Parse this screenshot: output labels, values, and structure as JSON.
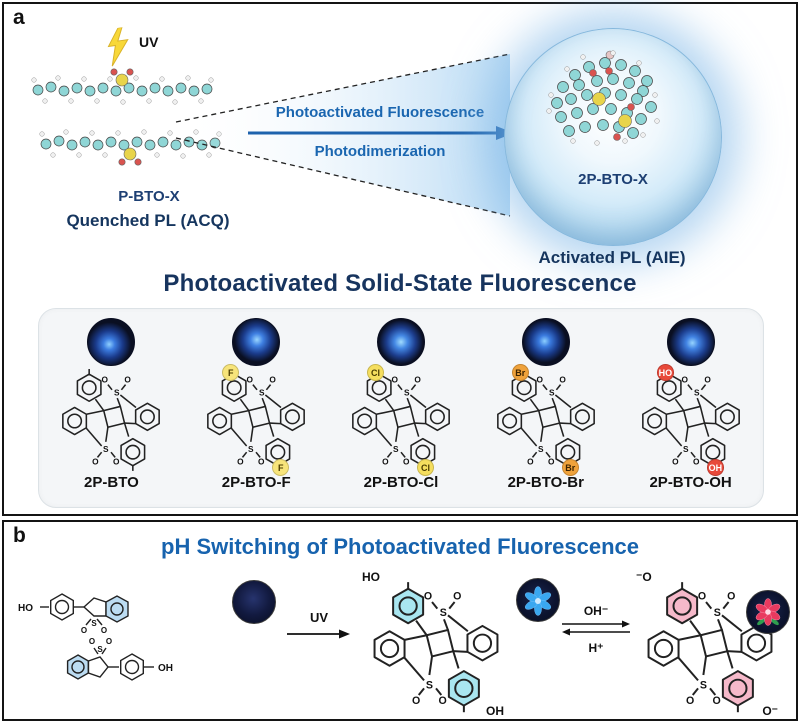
{
  "atoms": {
    "s": "S",
    "o": "O"
  },
  "icons": {
    "uv_bolt": "lightning-bolt-icon",
    "blue_flower": "flower-icon",
    "red_flower": "flower-icon"
  },
  "panel_a": {
    "label": "a",
    "uv_label": "UV",
    "molecule_label": "P-BTO-X",
    "molecule_caption": "Quenched PL (ACQ)",
    "arrow_text_top": "Photoactivated Fluorescence",
    "arrow_text_bottom": "Photodimerization",
    "sphere_label": "2P-BTO-X",
    "sphere_caption": "Activated PL (AIE)",
    "section_title": "Photoactivated Solid-State Fluorescence",
    "accent_color": "#1a66b0",
    "title_color": "#17345e",
    "compounds": [
      {
        "name": "2P-BTO"
      },
      {
        "name": "2P-BTO-F",
        "sub_top": "F",
        "sub_bottom": "F",
        "badge_bg": "#f7e47a",
        "badge_fg": "#4a3c00"
      },
      {
        "name": "2P-BTO-Cl",
        "sub_top": "Cl",
        "sub_bottom": "Cl",
        "badge_bg": "#f5de5e",
        "badge_fg": "#4a3c00"
      },
      {
        "name": "2P-BTO-Br",
        "sub_top": "Br",
        "sub_bottom": "Br",
        "badge_bg": "#efa23b",
        "badge_fg": "#3d2400"
      },
      {
        "name": "2P-BTO-OH",
        "sub_top": "HO",
        "sub_bottom": "OH",
        "badge_bg": "#e8493a",
        "badge_fg": "#ffffff"
      }
    ]
  },
  "panel_b": {
    "label": "b",
    "title": "pH Switching of Photoactivated Fluorescence",
    "title_color": "#1763ae",
    "monomer_ho": "HO",
    "monomer_oh": "OH",
    "uv_arrow_label": "UV",
    "equilibrium_top": "OH⁻",
    "equilibrium_bottom": "H⁺",
    "dimer_neutral": {
      "top": "HO",
      "bottom": "OH",
      "highlight": "#a9e6f0"
    },
    "dimer_anion": {
      "top": "⁻O",
      "bottom": "O⁻",
      "highlight": "#f6b9ca"
    }
  }
}
